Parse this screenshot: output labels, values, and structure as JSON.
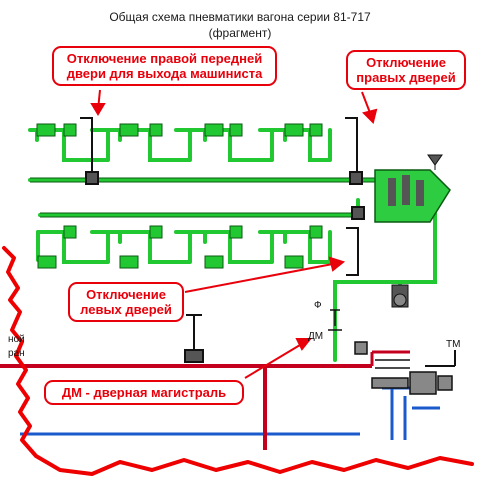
{
  "title": {
    "line1": "Общая схема пневматики вагона серии 81-717",
    "line2": "(фрагмент)"
  },
  "callouts": {
    "right_front_door": [
      "Отключение правой передней",
      "двери для выхода машиниста"
    ],
    "right_doors": [
      "Отключение",
      "правых дверей"
    ],
    "left_doors": [
      "Отключение",
      "левых дверей"
    ],
    "door_main": [
      "ДМ - дверная магистраль"
    ]
  },
  "labels": {
    "phi": "Ф",
    "dm": "ДМ",
    "tm": "ТМ",
    "left_frag1": "ной",
    "left_frag2": "ран"
  },
  "colors": {
    "pipe_green": "#22c832",
    "pipe_dark": "#0a5a12",
    "door_main_red": "#c4001f",
    "blue_line": "#1a5acc",
    "annotation_red": "#e8000b",
    "valve_block": "#2ecc40"
  }
}
